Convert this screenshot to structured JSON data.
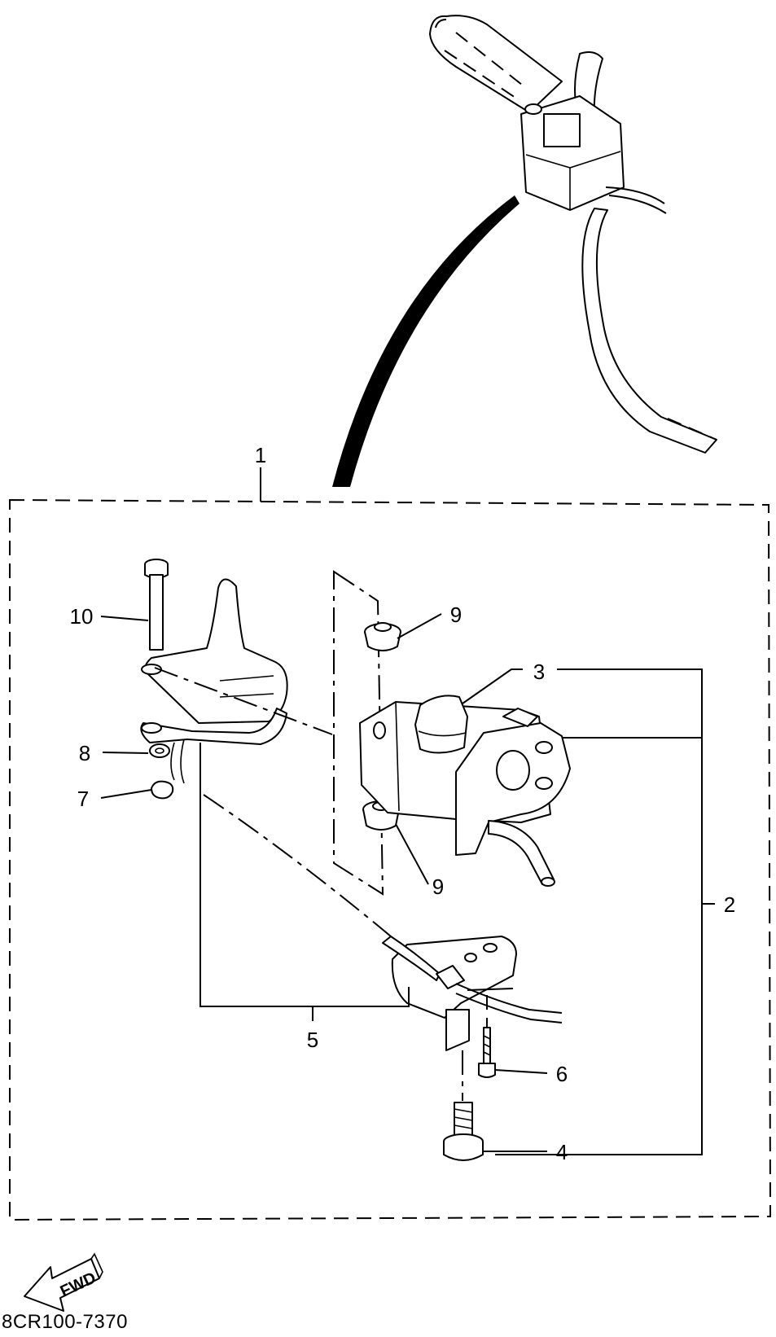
{
  "diagram": {
    "callouts": {
      "c1": "1",
      "c2": "2",
      "c3": "3",
      "c4": "4",
      "c5": "5",
      "c6": "6",
      "c7": "7",
      "c8": "8",
      "c9_top": "9",
      "c9_bottom": "9",
      "c10": "10"
    },
    "fwd_label": "FWD",
    "drawing_code": "8CR100-7370"
  }
}
